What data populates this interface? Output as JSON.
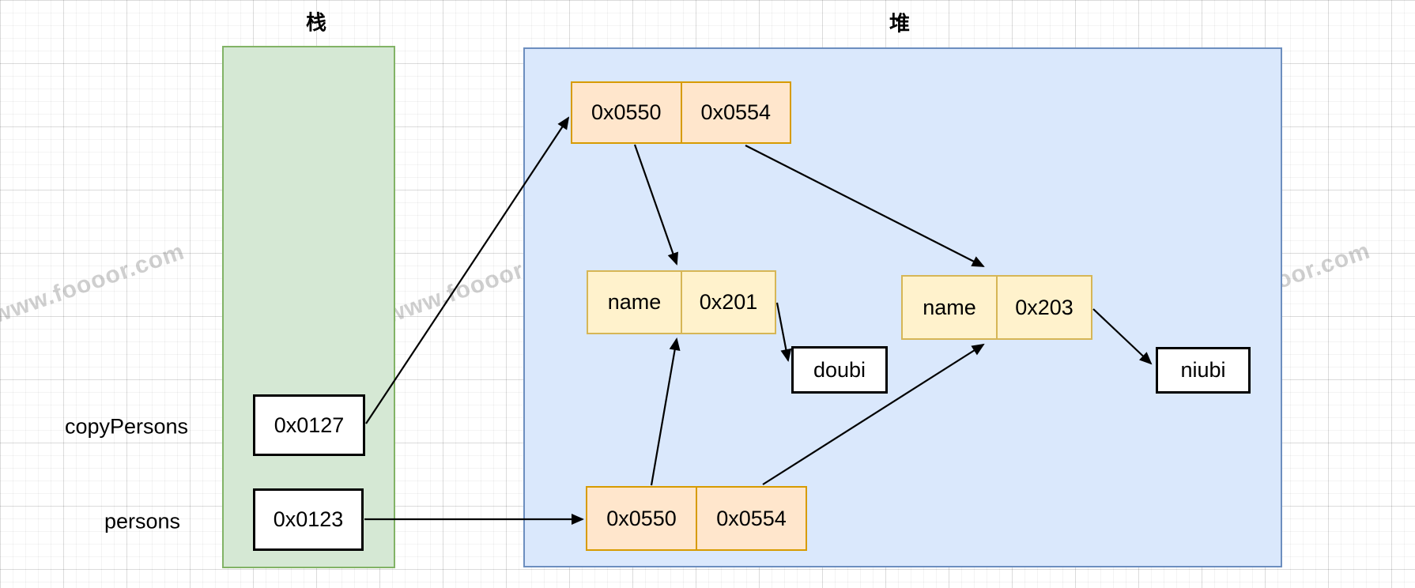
{
  "titles": {
    "stack": "栈",
    "heap": "堆"
  },
  "stack": {
    "items": [
      {
        "label": "copyPersons",
        "value": "0x0127"
      },
      {
        "label": "persons",
        "value": "0x0123"
      }
    ]
  },
  "heap": {
    "copy_pair": {
      "cells": [
        "0x0550",
        "0x0554"
      ]
    },
    "orig_pair": {
      "cells": [
        "0x0550",
        "0x0554"
      ]
    },
    "person_a": {
      "cells": [
        "name",
        "0x201"
      ]
    },
    "person_b": {
      "cells": [
        "name",
        "0x203"
      ]
    },
    "string_a": {
      "value": "doubi"
    },
    "string_b": {
      "value": "niubi"
    }
  },
  "edges": [
    {
      "from": "stack.copyPersons(0x0127)",
      "to": "heap.copy_pair"
    },
    {
      "from": "stack.persons(0x0123)",
      "to": "heap.orig_pair"
    },
    {
      "from": "heap.copy_pair.0x0550",
      "to": "heap.person_a"
    },
    {
      "from": "heap.copy_pair.0x0554",
      "to": "heap.person_b"
    },
    {
      "from": "heap.orig_pair.0x0550",
      "to": "heap.person_a"
    },
    {
      "from": "heap.orig_pair.0x0554",
      "to": "heap.person_b"
    },
    {
      "from": "heap.person_a.0x201",
      "to": "heap.string_a(doubi)"
    },
    {
      "from": "heap.person_b.0x203",
      "to": "heap.string_b(niubi)"
    }
  ],
  "watermark": {
    "text": "www.foooor.com"
  },
  "colors": {
    "stack_fill": "#d5e8d4",
    "stack_stroke": "#82b366",
    "heap_fill": "#dae8fc",
    "heap_stroke": "#6c8ebf",
    "orange_fill": "#ffe6cc",
    "orange_stroke": "#d79b00",
    "yellow_fill": "#fff2cc",
    "yellow_stroke": "#d6b656",
    "box_stroke": "#000000",
    "arrow": "#000000"
  }
}
